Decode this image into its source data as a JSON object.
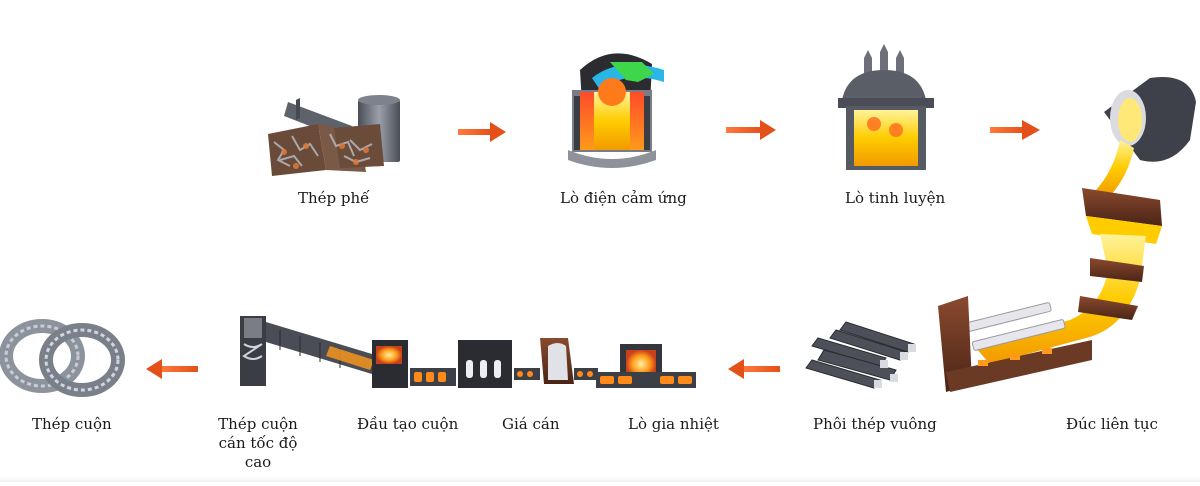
{
  "steps": {
    "scrap_steel": "Thép phế",
    "induction_furnace": "Lò điện cảm ứng",
    "refining_furnace": "Lò tinh luyện",
    "continuous_casting": "Đúc liên tục",
    "square_billet": "Phôi thép vuông",
    "reheating_furnace": "Lò gia nhiệt",
    "rolling_stand": "Giá cán",
    "coil_head": "Đầu tạo cuộn",
    "high_speed_rolled_coil": "Thép cuộn cán tốc độ cao",
    "coil_steel": "Thép cuộn"
  },
  "colors": {
    "arrow": "#f26522",
    "molten": "#ffcc00",
    "steel_gray": "#6b6f78",
    "dark_brown": "#5a2d1c"
  },
  "icons": [
    "scrap-steel-icon",
    "induction-furnace-icon",
    "refining-furnace-icon",
    "continuous-casting-icon",
    "square-billet-icon",
    "reheating-furnace-icon",
    "rolling-stand-icon",
    "coil-head-icon",
    "high-speed-mill-icon",
    "steel-coil-icon"
  ]
}
